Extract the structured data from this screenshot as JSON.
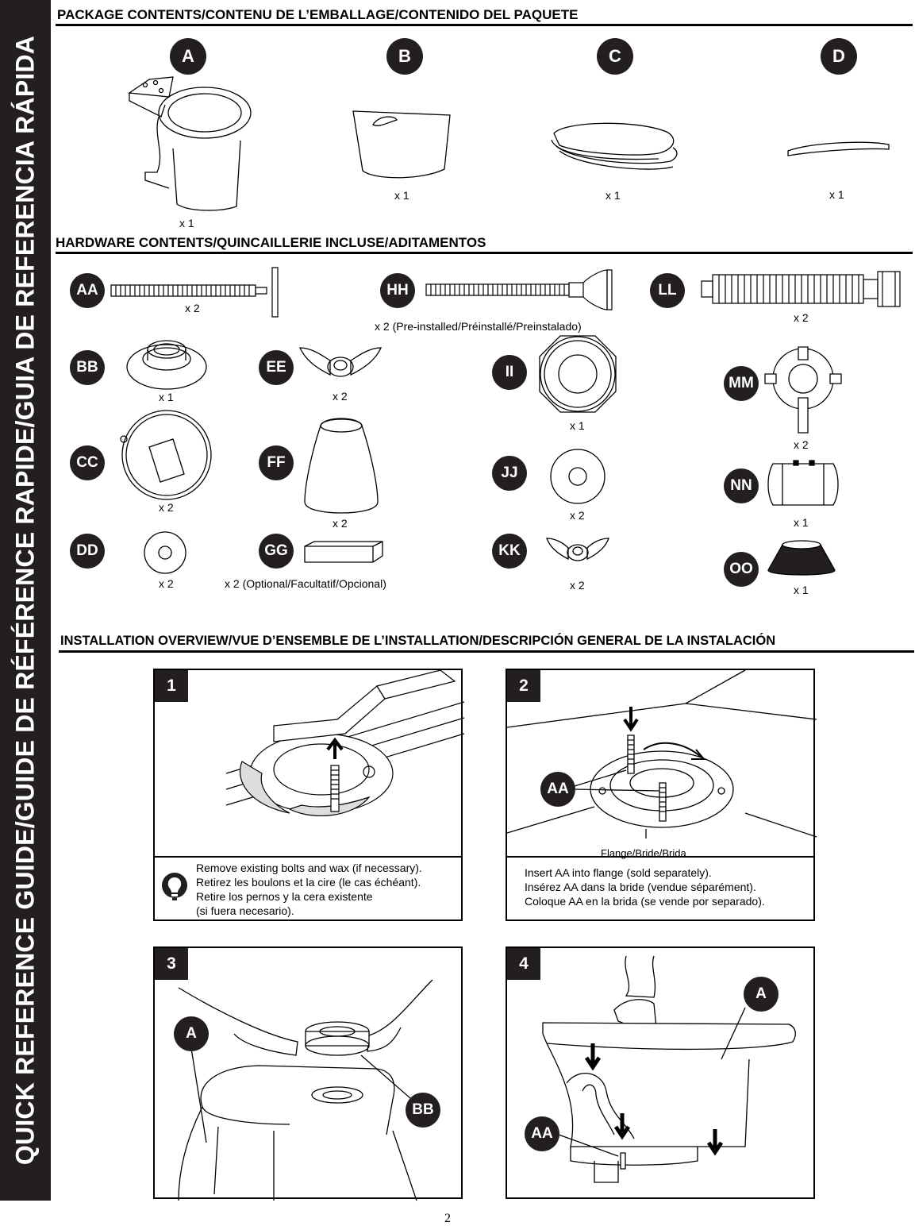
{
  "sidebar": {
    "text": "QUICK REFERENCE GUIDE/GUIDE DE RÉFÉRENCE RAPIDE/GUIA DE REFERENCIA RÁPIDA"
  },
  "package": {
    "title": "PACKAGE CONTENTS/CONTENU DE L’EMBALLAGE/CONTENIDO DEL PAQUETE",
    "items": [
      {
        "id": "A",
        "qty": "x 1",
        "icon": "toilet-bowl-icon"
      },
      {
        "id": "B",
        "qty": "x 1",
        "icon": "tank-icon"
      },
      {
        "id": "C",
        "qty": "x 1",
        "icon": "toilet-seat-icon"
      },
      {
        "id": "D",
        "qty": "x 1",
        "icon": "tank-lid-icon"
      }
    ]
  },
  "hardware": {
    "title": "HARDWARE CONTENTS/QUINCAILLERIE INCLUSE/ADITAMENTOS",
    "items": [
      {
        "id": "AA",
        "qty": "x 2",
        "icon": "floor-bolt-icon"
      },
      {
        "id": "HH",
        "qty": "x 2 (Pre-installed/Préinstallé/Preinstalado)",
        "icon": "tank-bolt-icon"
      },
      {
        "id": "LL",
        "qty": "x 2",
        "icon": "large-bolt-icon"
      },
      {
        "id": "BB",
        "qty": "x 1",
        "icon": "wax-ring-icon"
      },
      {
        "id": "EE",
        "qty": "x 2",
        "icon": "wing-nut-icon"
      },
      {
        "id": "II",
        "qty": "x 1",
        "icon": "hex-nut-icon"
      },
      {
        "id": "MM",
        "qty": "x 2",
        "icon": "cross-nut-icon"
      },
      {
        "id": "CC",
        "qty": "x 2",
        "icon": "bolt-retainer-icon"
      },
      {
        "id": "FF",
        "qty": "x 2",
        "icon": "bolt-cap-icon"
      },
      {
        "id": "JJ",
        "qty": "x 2",
        "icon": "washer-icon"
      },
      {
        "id": "NN",
        "qty": "x 1",
        "icon": "coupling-icon"
      },
      {
        "id": "DD",
        "qty": "x 2",
        "icon": "small-washer-icon"
      },
      {
        "id": "GG",
        "qty": "x 2 (Optional/Facultatif/Opcional)",
        "icon": "shim-icon"
      },
      {
        "id": "KK",
        "qty": "x 2",
        "icon": "small-wing-nut-icon"
      },
      {
        "id": "OO",
        "qty": "x 1",
        "icon": "rubber-gasket-icon"
      }
    ]
  },
  "installation": {
    "title": "INSTALLATION OVERVIEW/VUE D’ENSEMBLE DE L’INSTALLATION/DESCRIPCIÓN GENERAL DE LA INSTALACIÓN",
    "steps": [
      {
        "num": "1",
        "caption": [
          "Remove existing bolts and wax (if necessary).",
          "Retirez les boulons et la cire (le cas échéant).",
          "Retire los pernos y la cera existente",
          "(si fuera necesario)."
        ],
        "icon": "lightbulb-tip-icon"
      },
      {
        "num": "2",
        "label_aa": "AA",
        "flange_label": "Flange/Bride/Brida",
        "caption": [
          "Insert AA into flange (sold separately).",
          "Insérez AA dans la bride (vendue séparément).",
          "Coloque AA en la brida (se vende por separado)."
        ]
      },
      {
        "num": "3",
        "label_a": "A",
        "label_bb": "BB"
      },
      {
        "num": "4",
        "label_a": "A",
        "label_aa": "AA"
      }
    ]
  },
  "page_number": "2",
  "colors": {
    "ink": "#231f20",
    "background": "#ffffff"
  }
}
